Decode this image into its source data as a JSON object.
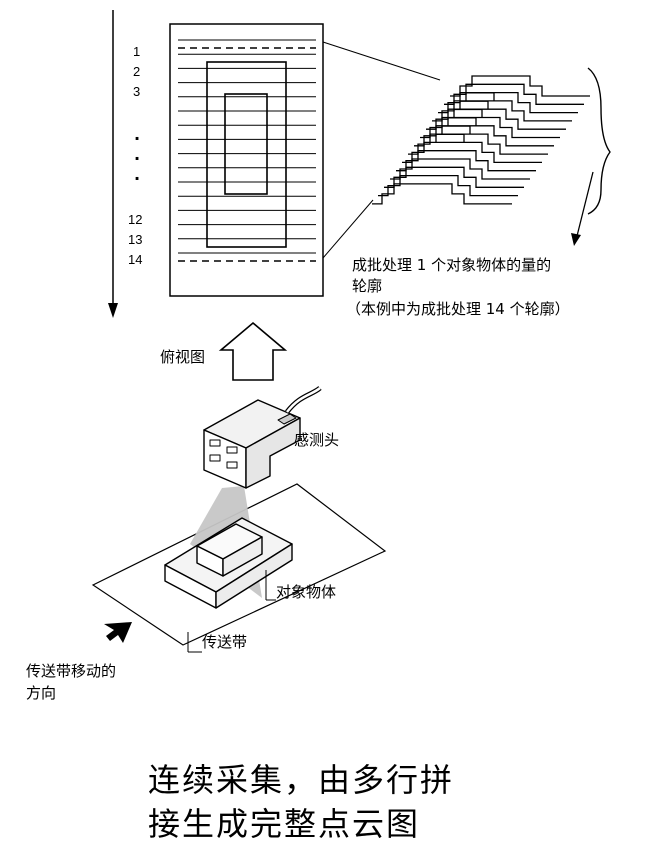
{
  "row_numbers": [
    "1",
    "2",
    "3",
    "12",
    "13",
    "14"
  ],
  "labels": {
    "batch_line1": "成批处理 1 个对象物体的量的",
    "batch_line2": "轮廓",
    "batch_line3": "（本例中为成批处理 14 个轮廓）",
    "top_view": "俯视图",
    "sensor_head": "感测头",
    "target_object": "对象物体",
    "conveyor": "传送带",
    "move_dir_line1": "传送带移动的",
    "move_dir_line2": "方向"
  },
  "caption": {
    "line1": "连续采集，由多行拼",
    "line2": "接生成完整点云图"
  },
  "icons": {
    "flow_arrow": "hollow-up-arrow-icon",
    "direction": "filled-arrow-icon"
  }
}
